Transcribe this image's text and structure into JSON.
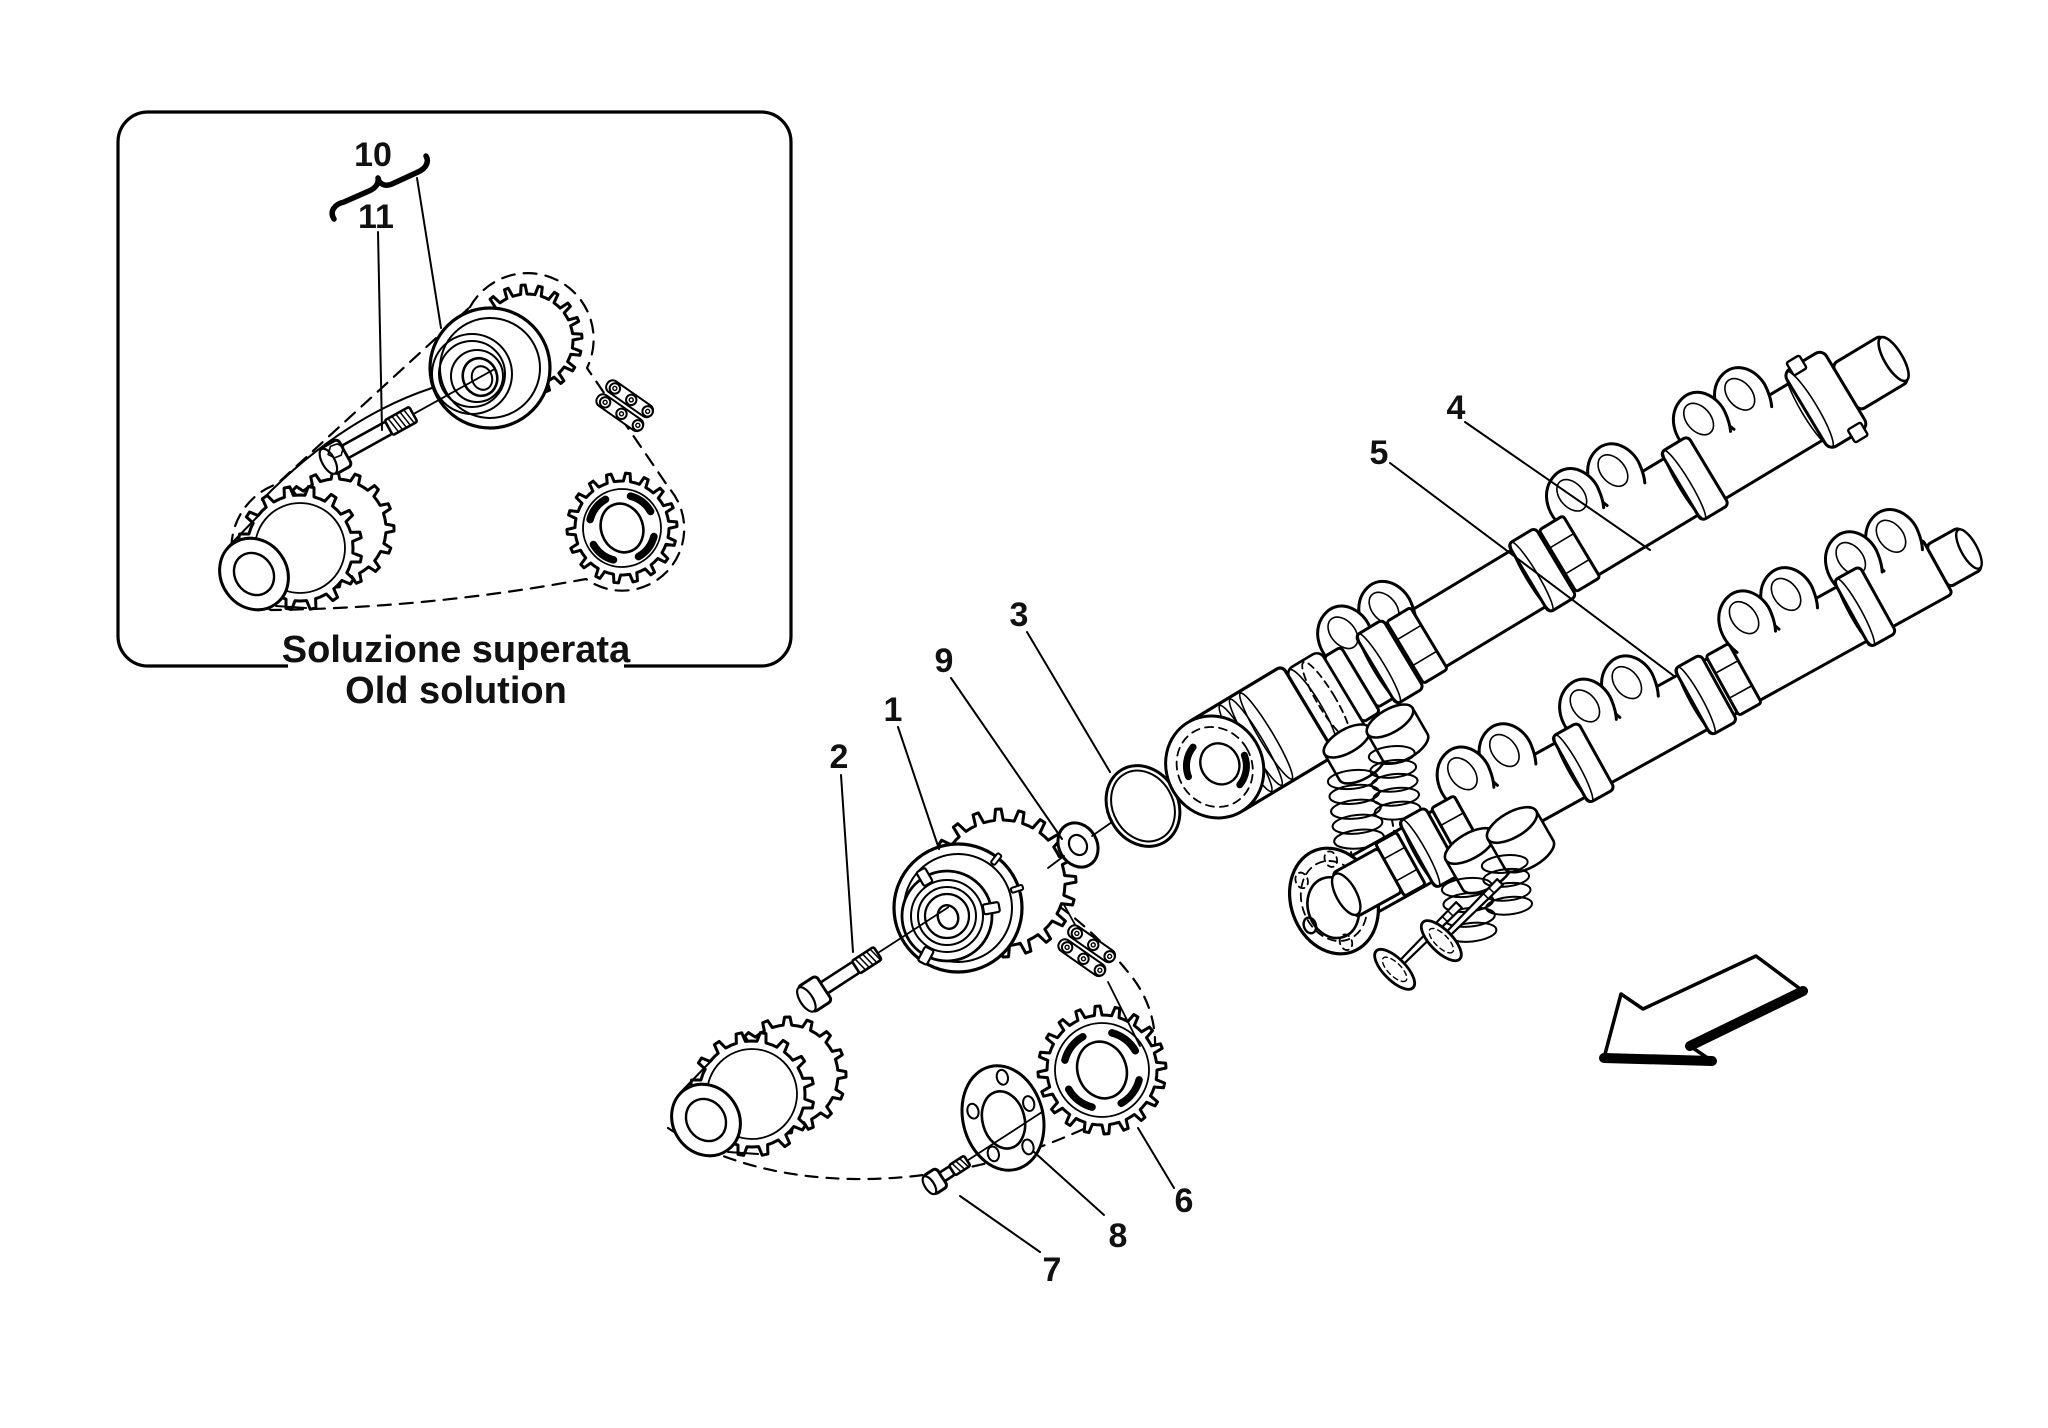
{
  "page": {
    "background": "#ffffff",
    "line_color": "#000000",
    "kind": "exploded parts diagram (engine timing: camshaft variator, sprockets, camshafts)"
  },
  "inset": {
    "caption_line1": "Soluzione superata",
    "caption_line2": "Old solution"
  },
  "callouts": {
    "c1": "1",
    "c2": "2",
    "c3": "3",
    "c4": "4",
    "c5": "5",
    "c6": "6",
    "c7": "7",
    "c8": "8",
    "c9": "9",
    "c10": "10",
    "c11": "11"
  },
  "icons": {
    "direction_arrow": "outline block arrow pointing down-left"
  }
}
